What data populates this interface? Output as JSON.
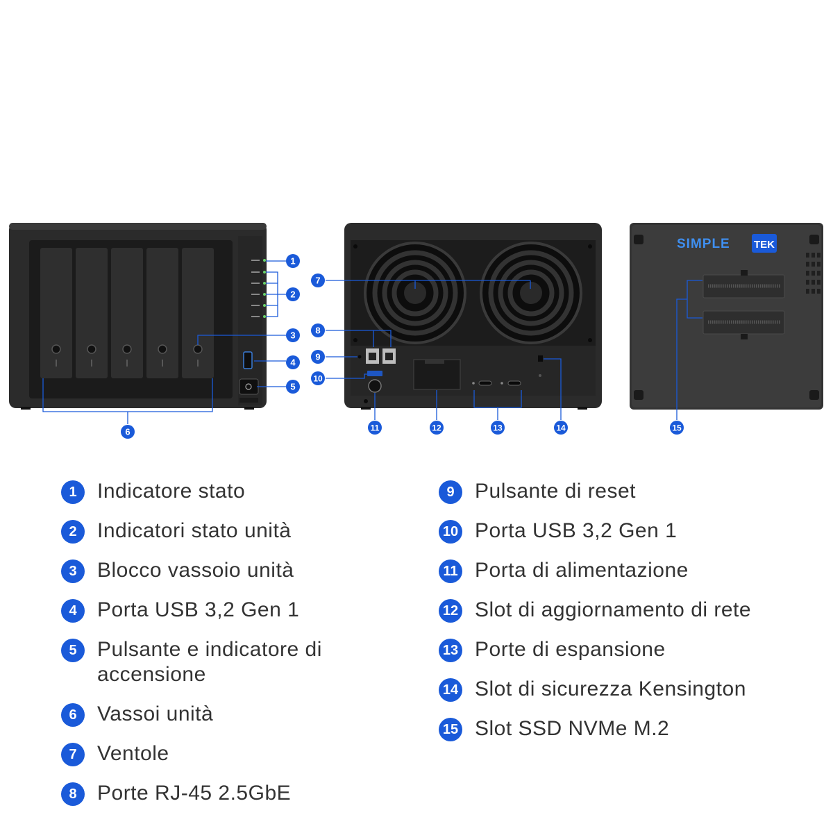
{
  "colors": {
    "accent": "#1a5ad9",
    "device_body": "#2e2e2e",
    "device_dark": "#1a1a1a",
    "text": "#333333"
  },
  "brand": {
    "name_part1": "SIMPLE",
    "name_part2": "TEK"
  },
  "callouts": [
    "1",
    "2",
    "3",
    "4",
    "5",
    "6",
    "7",
    "8",
    "9",
    "10",
    "11",
    "12",
    "13",
    "14",
    "15"
  ],
  "legend": {
    "left": [
      {
        "num": "1",
        "label": "Indicatore stato"
      },
      {
        "num": "2",
        "label": "Indicatori stato unità"
      },
      {
        "num": "3",
        "label": "Blocco vassoio unità"
      },
      {
        "num": "4",
        "label": "Porta USB 3,2 Gen 1"
      },
      {
        "num": "5",
        "label": "Pulsante e indicatore di accensione"
      },
      {
        "num": "6",
        "label": "Vassoi unità"
      },
      {
        "num": "7",
        "label": "Ventole"
      },
      {
        "num": "8",
        "label": "Porte RJ-45 2.5GbE"
      }
    ],
    "right": [
      {
        "num": "9",
        "label": "Pulsante di reset"
      },
      {
        "num": "10",
        "label": "Porta USB 3,2 Gen 1"
      },
      {
        "num": "11",
        "label": "Porta di alimentazione"
      },
      {
        "num": "12",
        "label": "Slot di aggiornamento di rete"
      },
      {
        "num": "13",
        "label": "Porte di espansione"
      },
      {
        "num": "14",
        "label": "Slot di sicurezza Kensington"
      },
      {
        "num": "15",
        "label": "Slot SSD NVMe M.2"
      }
    ]
  }
}
